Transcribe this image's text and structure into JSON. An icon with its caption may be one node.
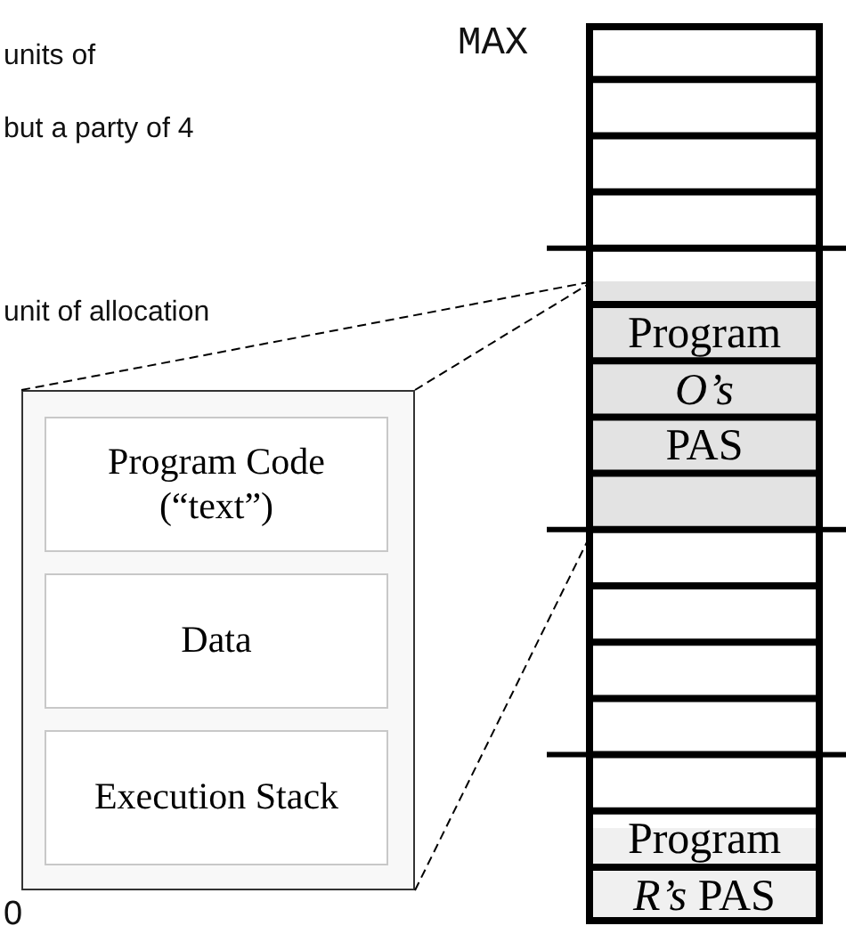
{
  "diagram": {
    "nodes": [
      {
        "text": [],
        "shape": "box"
      },
      {
        "text": [
          "Program Code (“text”)"
        ],
        "in": 0
      },
      {
        "text": [
          "Data"
        ],
        "in": 0
      },
      {
        "text": [
          "Execution Stack"
        ],
        "in": 0
      },
      {
        "text": [],
        "shape": "bar"
      },
      {
        "text": [
          "Program",
          "O’s",
          "PAS"
        ],
        "in": 4
      },
      {
        "text": [
          "Program",
          "*R’s* PAS"
        ],
        "in": 4
      }
    ],
    "edges": [
      {
        "from": 0,
        "to": 5,
        "arrow": "none",
        "style": "dashed"
      },
      {
        "from": 0,
        "to": 5,
        "arrow": "none",
        "style": "dashed"
      },
      {
        "from": 0,
        "to": 5,
        "arrow": "none",
        "style": "dashed"
      }
    ],
    "labels": [
      "units of",
      "but a party of 4",
      "unit of allocation",
      "MAX",
      "0"
    ]
  }
}
